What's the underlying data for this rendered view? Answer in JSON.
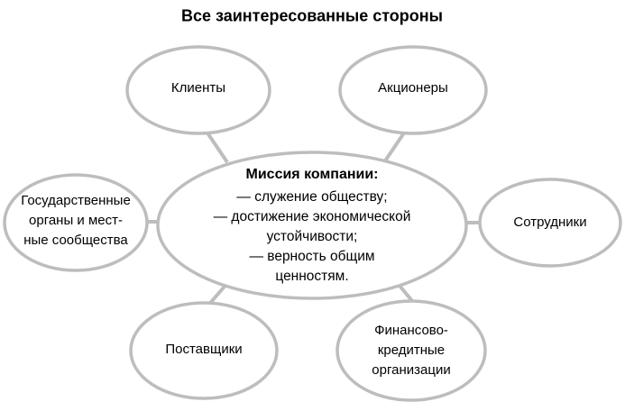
{
  "title": "Все заинтересованные стороны",
  "center_node": {
    "heading": "Миссия компании:",
    "items": [
      "— служение обществу;",
      "— достижение экономической\nустойчивости;",
      "— верность общим\nценностям."
    ]
  },
  "nodes": [
    {
      "id": "clients",
      "label": "Клиенты"
    },
    {
      "id": "shareholders",
      "label": "Акционеры"
    },
    {
      "id": "government",
      "label": "Государственные\nорганы и мест-\nные сообщества"
    },
    {
      "id": "employees",
      "label": "Сотрудники"
    },
    {
      "id": "suppliers",
      "label": "Поставщики"
    },
    {
      "id": "financial",
      "label": "Финансово-\nкредитные\nорганизации"
    }
  ],
  "colors": {
    "stroke": "#bdbdbd",
    "node_fill": "#ffffff",
    "text": "#000000",
    "background": "#ffffff"
  }
}
